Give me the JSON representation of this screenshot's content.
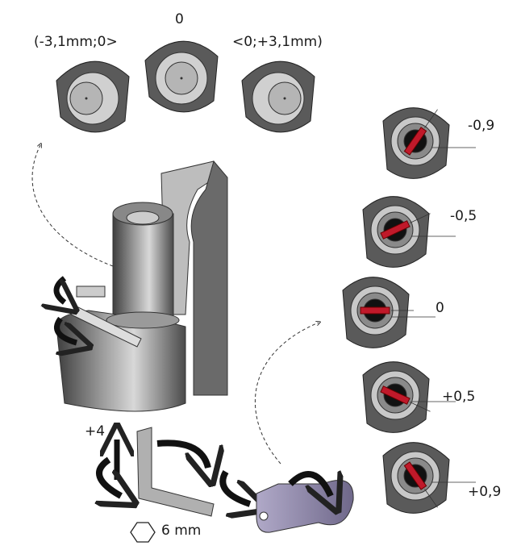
{
  "top_positions": [
    {
      "label": "(-3,1mm;0>"
    },
    {
      "label": "0"
    },
    {
      "label": "<0;+3,1mm)"
    }
  ],
  "dial_positions": [
    {
      "label": "-0,9",
      "angle": -55
    },
    {
      "label": "-0,5",
      "angle": -25
    },
    {
      "label": "0",
      "angle": 0
    },
    {
      "label": "+0,5",
      "angle": 25
    },
    {
      "label": "+0,9",
      "angle": 55
    }
  ],
  "height_adjust_label": "+4",
  "key_size_label": "6 mm",
  "colors": {
    "metal_dark": "#5a5a5a",
    "metal_light": "#b5b5b5",
    "accent_red": "#c0192a",
    "part_purple": "#8c84a6"
  }
}
